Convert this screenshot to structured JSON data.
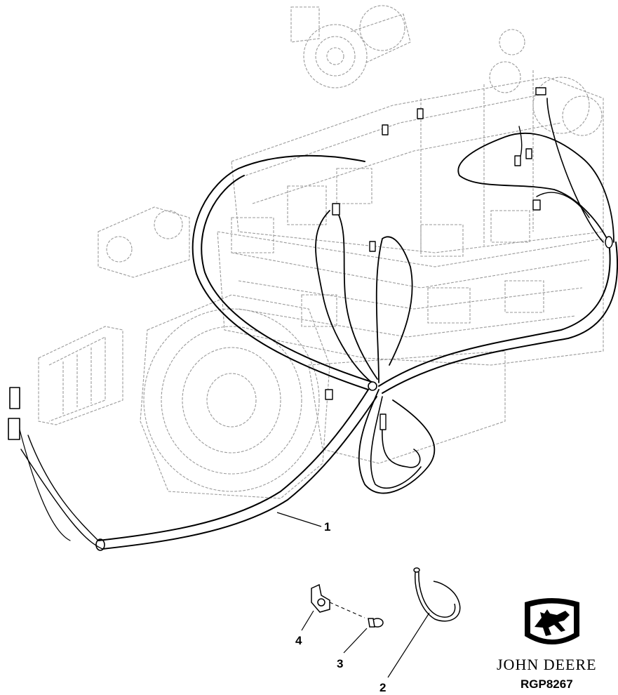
{
  "callouts": {
    "harness": "1",
    "tie_strap": "2",
    "cap_screw": "3",
    "clamp": "4"
  },
  "logo": {
    "brand_name": "JOHN DEERE",
    "figure_code": "RGP8267",
    "icon": "leaping-deer-logo-icon"
  },
  "colors": {
    "line": "#000000",
    "ghost": "#9a9a9a",
    "background": "#ffffff"
  }
}
